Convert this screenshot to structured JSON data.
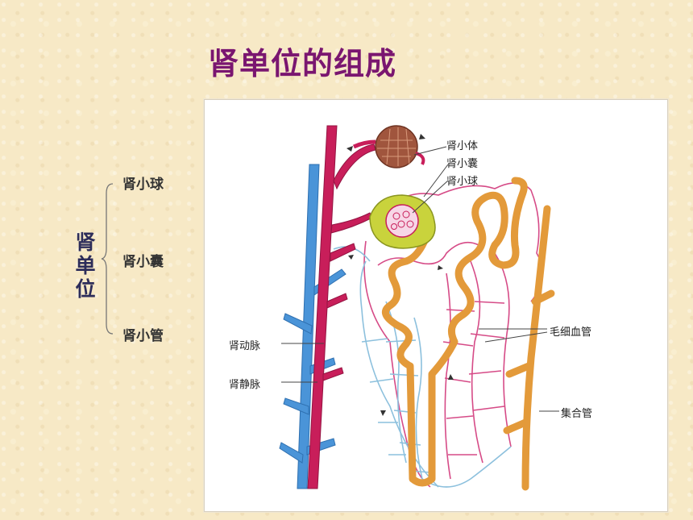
{
  "title": "肾单位的组成",
  "unit_name": [
    "肾",
    "单",
    "位"
  ],
  "components": [
    "肾小球",
    "肾小囊",
    "肾小管"
  ],
  "diagram_labels": {
    "renal_corpuscle": "肾小体",
    "renal_capsule": "肾小囊",
    "glomerulus": "肾小球",
    "capillary": "毛细血管",
    "renal_artery": "肾动脉",
    "renal_vein": "肾静脉",
    "collecting_duct": "集合管"
  },
  "colors": {
    "title": "#7a1670",
    "artery": "#c81e5a",
    "vein": "#3b8ad6",
    "tubule": "#e39a3a",
    "capsule": "#c9d33c",
    "glomerulus_body": "#a0553d"
  }
}
